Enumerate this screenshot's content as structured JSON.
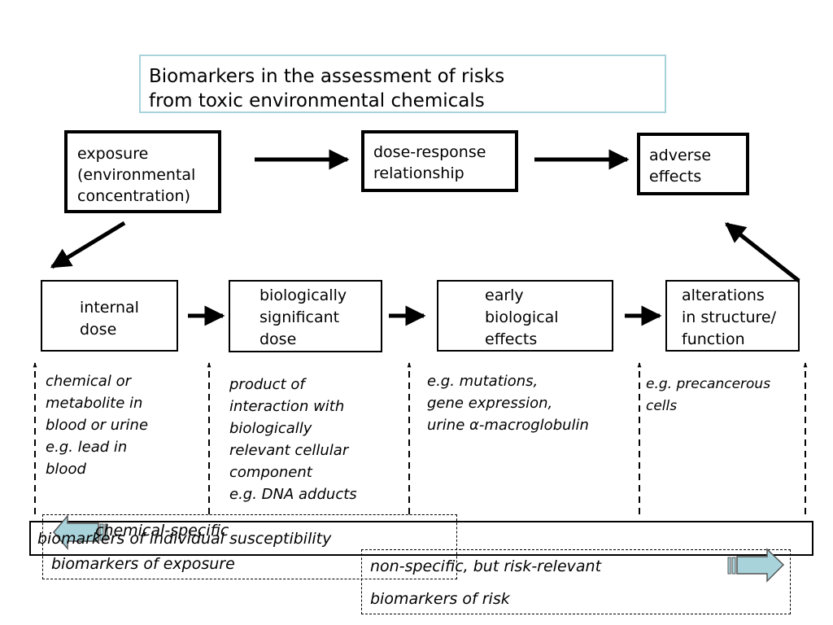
{
  "title": {
    "line1": "Biomarkers in the assessment of risks",
    "line2": "from toxic environmental chemicals"
  },
  "top_row": {
    "exposure": [
      "exposure",
      "(environmental",
      "concentration)"
    ],
    "dose_response": [
      "dose-response",
      "relationship"
    ],
    "adverse_effects": [
      "adverse",
      "effects"
    ]
  },
  "middle_row": {
    "internal_dose": [
      "internal",
      "dose"
    ],
    "biologically_significant_dose": [
      "biologically",
      "significant",
      "dose"
    ],
    "early_biological_effects": [
      "early",
      "biological",
      "effects"
    ],
    "alterations": [
      "alterations",
      "in structure/",
      "function"
    ]
  },
  "examples": {
    "internal_dose": [
      "chemical or",
      "metabolite in",
      "blood or urine",
      "e.g. lead in",
      "blood"
    ],
    "biologically_significant_dose": [
      "product of",
      "interaction with",
      "biologically",
      "relevant cellular",
      "component",
      "e.g. DNA adducts"
    ],
    "early_biological_effects": [
      "e.g. mutations,",
      "gene expression,",
      "urine α-macroglobulin"
    ],
    "alterations": [
      "e.g. precancerous",
      "cells"
    ]
  },
  "bands": {
    "chemical_specific": "chemical-specific",
    "individual_susceptibility": "biomarkers of individual susceptibility",
    "exposure": "biomarkers of exposure",
    "non_specific": "non-specific, but risk-relevant",
    "risk": "biomarkers of risk"
  },
  "colors": {
    "title_border": "#a9d3da",
    "band_arrow_fill": "#a9d3da",
    "line": "#000000"
  }
}
